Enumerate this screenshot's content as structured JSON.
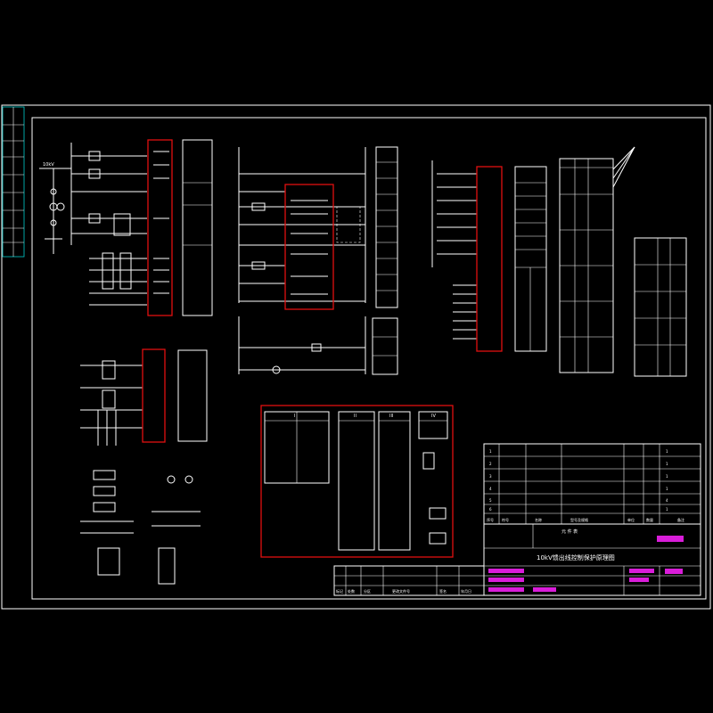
{
  "drawing": {
    "title": "10kV馈出线控制保护原理图",
    "materials_title": "元 件 表",
    "materials_header": [
      "序号",
      "符号",
      "名称",
      "型号及规格",
      "单位",
      "数量",
      "备注"
    ],
    "materials_rows": [
      {
        "no": "1",
        "qty": "1"
      },
      {
        "no": "2",
        "qty": "1"
      },
      {
        "no": "3",
        "qty": "1"
      },
      {
        "no": "4",
        "qty": "1"
      },
      {
        "no": "5",
        "qty": "4"
      },
      {
        "no": "6",
        "qty": "1"
      }
    ],
    "revision_header": [
      "标记",
      "处数",
      "分区",
      "更改文件号",
      "签名",
      "年月日"
    ],
    "bus_label": "10kV",
    "terminal_section_labels": [
      "I",
      "II",
      "III",
      "IV"
    ],
    "colors": {
      "background": "#000000",
      "lines": "#ffffff",
      "highlight_boxes": "#e01010",
      "title_accents": "#ff22ff",
      "side_strip": "#00cccc"
    }
  }
}
